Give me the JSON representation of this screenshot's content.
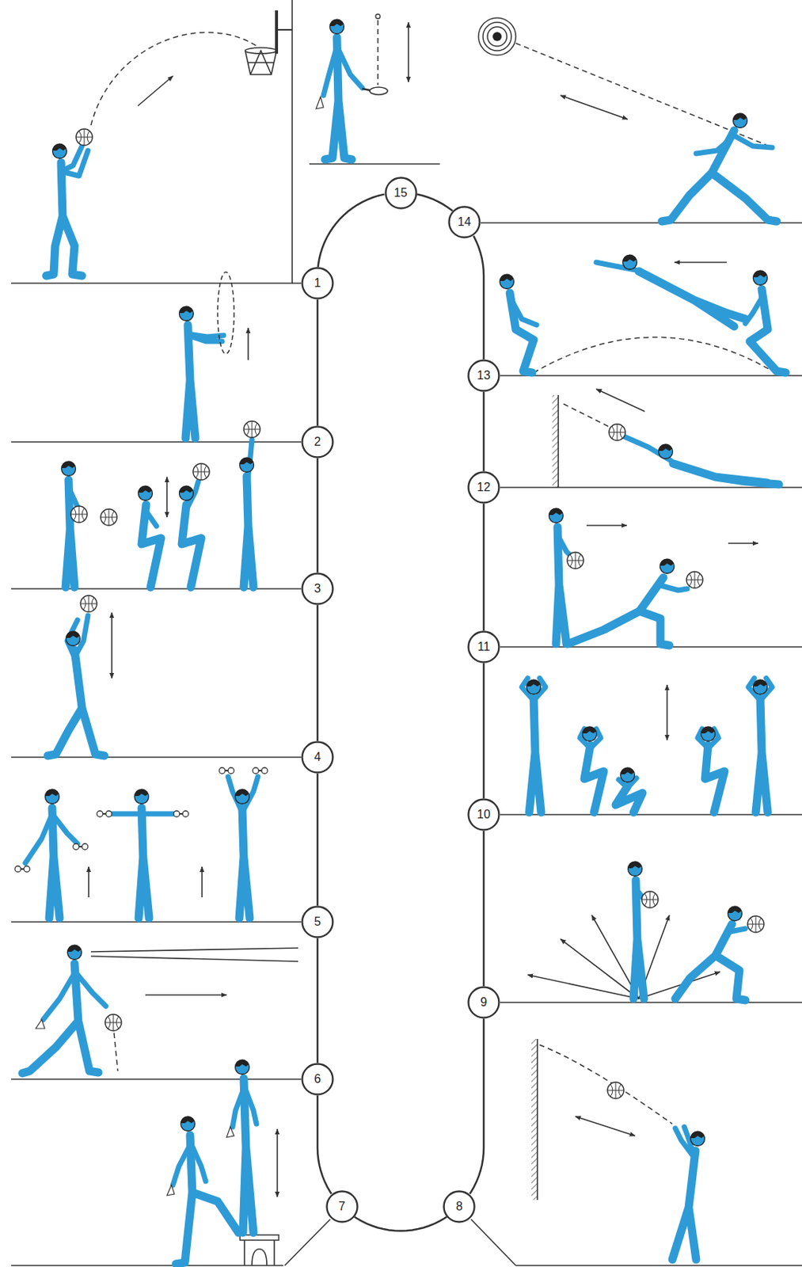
{
  "diagram": {
    "nodes": [
      {
        "text": [
          "1"
        ]
      },
      {
        "text": [
          "2"
        ]
      },
      {
        "text": [
          "3"
        ]
      },
      {
        "text": [
          "4"
        ]
      },
      {
        "text": [
          "5"
        ]
      },
      {
        "text": [
          "6"
        ]
      },
      {
        "text": [
          "7"
        ]
      },
      {
        "text": [
          "8"
        ]
      },
      {
        "text": [
          "9"
        ]
      },
      {
        "text": [
          "10"
        ]
      },
      {
        "text": [
          "11"
        ]
      },
      {
        "text": [
          "12"
        ]
      },
      {
        "text": [
          "13"
        ]
      },
      {
        "text": [
          "14"
        ]
      },
      {
        "text": [
          "15"
        ]
      }
    ],
    "edges": [
      {
        "from": 0,
        "to": 1,
        "arrow": "none"
      },
      {
        "from": 1,
        "to": 2,
        "arrow": "none"
      },
      {
        "from": 2,
        "to": 3,
        "arrow": "none"
      },
      {
        "from": 3,
        "to": 4,
        "arrow": "none"
      },
      {
        "from": 4,
        "to": 5,
        "arrow": "none"
      },
      {
        "from": 5,
        "to": 6,
        "arrow": "none"
      },
      {
        "from": 6,
        "to": 7,
        "arrow": "none"
      },
      {
        "from": 7,
        "to": 8,
        "arrow": "none"
      },
      {
        "from": 8,
        "to": 9,
        "arrow": "none"
      },
      {
        "from": 9,
        "to": 10,
        "arrow": "none"
      },
      {
        "from": 10,
        "to": 11,
        "arrow": "none"
      },
      {
        "from": 11,
        "to": 12,
        "arrow": "none"
      },
      {
        "from": 12,
        "to": 13,
        "arrow": "none"
      },
      {
        "from": 13,
        "to": 14,
        "arrow": "none"
      },
      {
        "from": 14,
        "to": 0,
        "arrow": "none"
      }
    ]
  }
}
